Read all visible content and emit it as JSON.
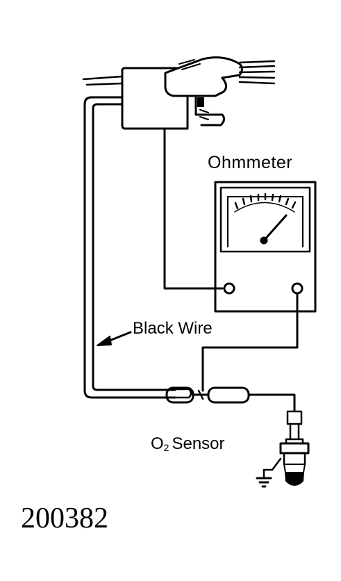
{
  "labels": {
    "ohmmeter": "Ohmmeter",
    "black_wire": "Black Wire",
    "o2_sensor_letter": "O",
    "o2_sensor_subscript": "2",
    "o2_sensor_word": "Sensor",
    "figure_number": "200382"
  },
  "colors": {
    "ink": "#000000",
    "background": "#ffffff"
  },
  "icons": {
    "component_top": "ecm-connector-harness",
    "meter": "analog-ohmmeter",
    "sensor": "oxygen-sensor",
    "ground": "ground-symbol"
  }
}
